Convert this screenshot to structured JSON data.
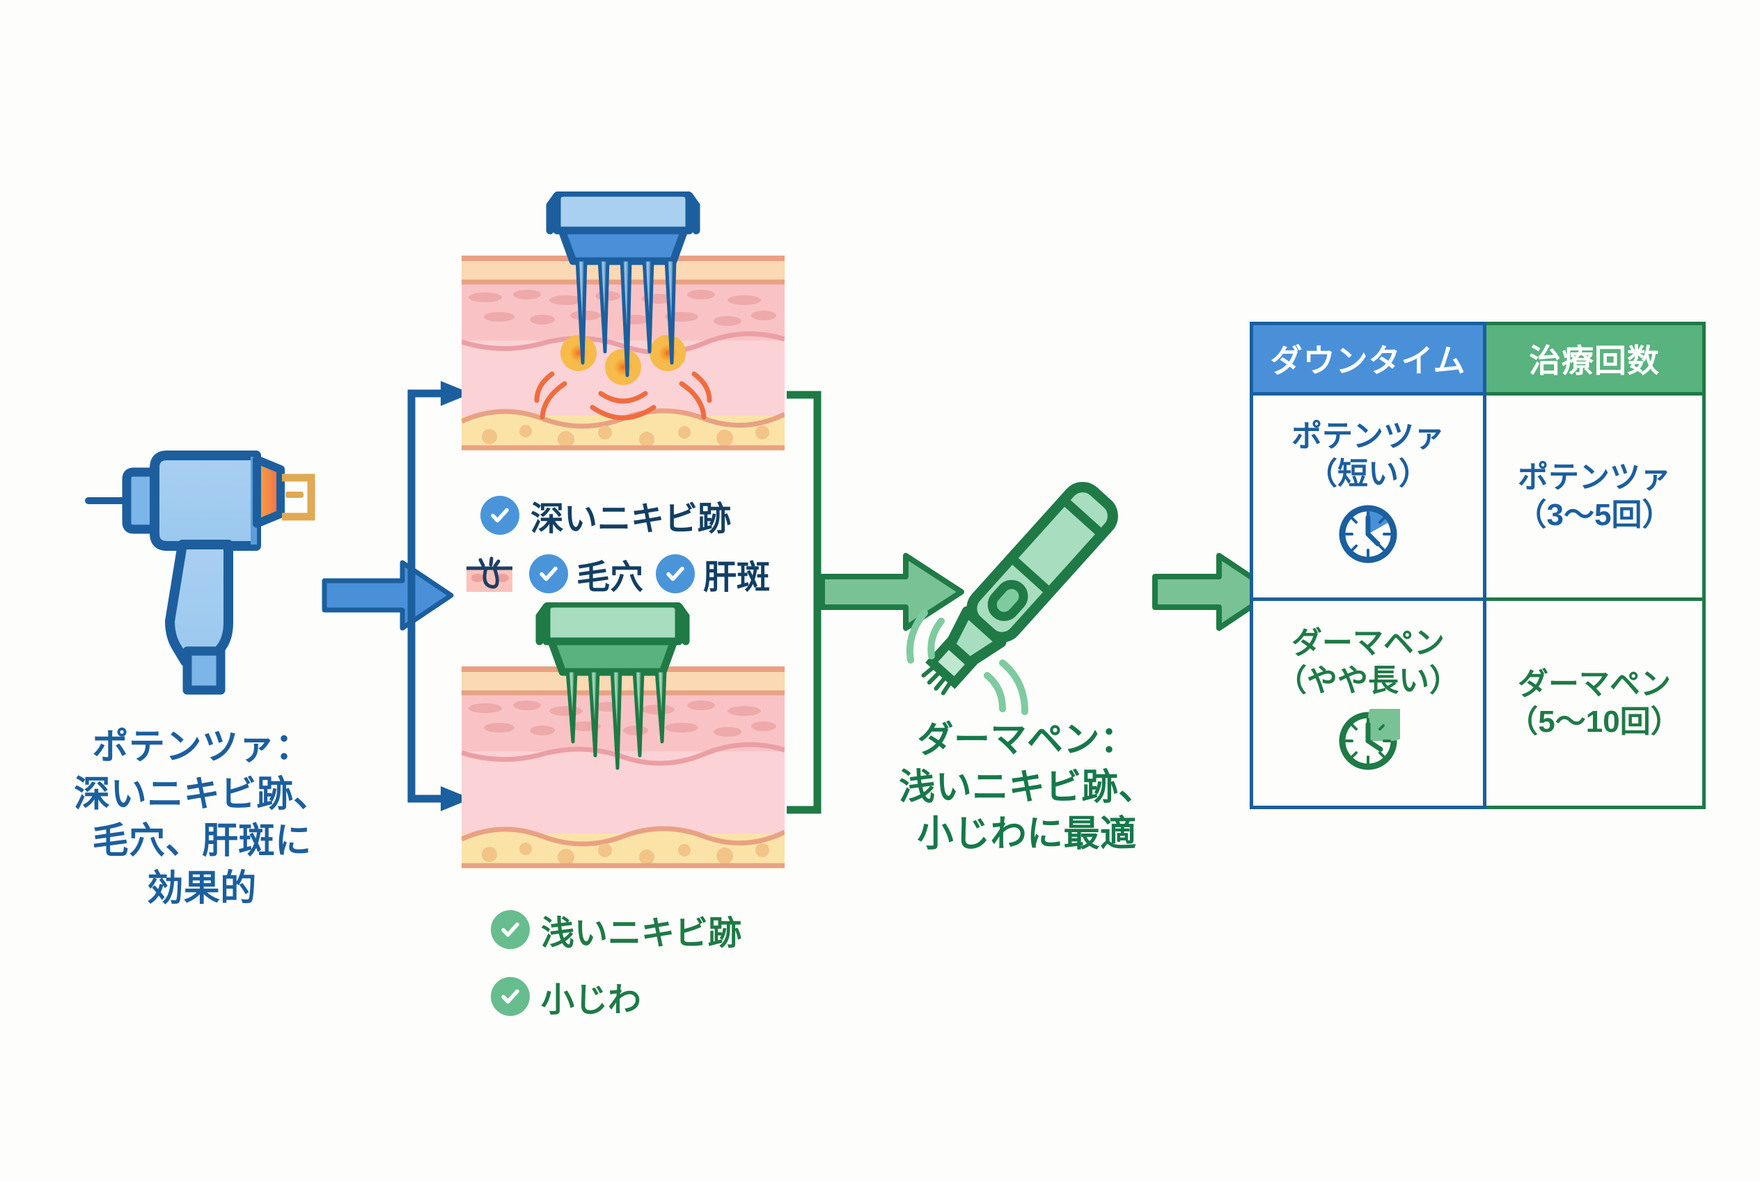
{
  "meta": {
    "title": "ポテンツァとダーマペンの比較インフォグラフィック",
    "background_color": "#fdfdfb",
    "blue_accent": "#1b5f9e",
    "blue_light": "#4a90d9",
    "green_accent": "#1f7a46",
    "green_light": "#58b37e"
  },
  "potenza": {
    "device_icon": "potenza-handpiece-icon",
    "caption": "ポテンツァ：\n深いニキビ跡、\n毛穴、肝斑に\n効果的",
    "skin_diagram_icon": "skin-cross-section-rf-needles-icon",
    "features": [
      {
        "check_icon": "check-circle-blue-icon",
        "label": "深いニキビ跡"
      },
      {
        "check_icon": "check-circle-blue-icon",
        "label": "毛穴",
        "leading_icon": "pore-icon"
      },
      {
        "check_icon": "check-circle-blue-icon",
        "label": "肝斑"
      }
    ]
  },
  "dermapen": {
    "device_icon": "dermapen-device-icon",
    "caption": "ダーマペン：\n浅いニキビ跡、\n小じわに最適",
    "skin_diagram_icon": "skin-cross-section-microneedles-icon",
    "features": [
      {
        "check_icon": "check-circle-green-icon",
        "label": "浅いニキビ跡"
      },
      {
        "check_icon": "check-circle-green-icon",
        "label": "小じわ"
      }
    ]
  },
  "arrows": {
    "blue_arrow_icon": "arrow-right-blue-icon",
    "blue_bracket_icon": "bracket-split-blue-icon",
    "green_bracket_icon": "bracket-merge-green-icon",
    "green_arrow_icon": "arrow-right-green-icon",
    "green_arrow_to_table_icon": "arrow-right-green-icon"
  },
  "comparison_table": {
    "headers": [
      {
        "label": "ダウンタイム",
        "color": "#4a90d9"
      },
      {
        "label": "治療回数",
        "color": "#58b37e"
      }
    ],
    "rows": [
      {
        "downtime": {
          "text": "ポテンツァ\n（短い）",
          "clock_icon": "clock-blue-icon",
          "clock_time": "1:30"
        },
        "sessions": {
          "text": "ポテンツァ\n（3〜5回）"
        }
      },
      {
        "downtime": {
          "text": "ダーマペン\n（やや長い）",
          "clock_icon": "clock-green-icon",
          "clock_time": "4:00"
        },
        "sessions": {
          "text": "ダーマペン\n（5〜10回）"
        }
      }
    ]
  }
}
